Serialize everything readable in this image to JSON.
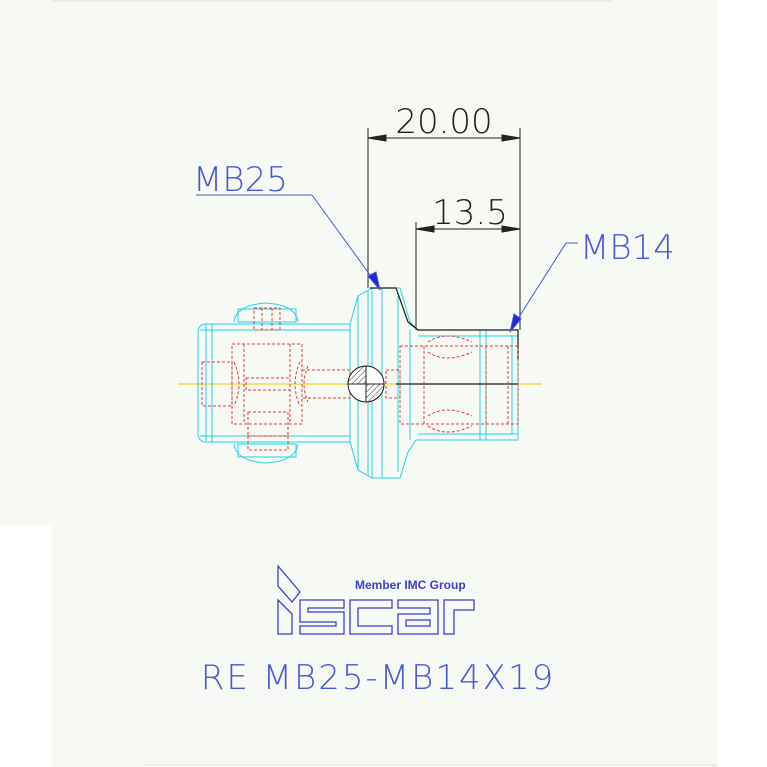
{
  "dimensions": {
    "overall_length": "20.00",
    "head_length": "13.5"
  },
  "labels": {
    "left_thread": "MB25",
    "right_thread": "MB14"
  },
  "logo": {
    "tagline": "Member IMC Group",
    "brand": "iscar"
  },
  "title": "RE MB25-MB14X19",
  "colors": {
    "background": "#ffffff",
    "sheet": "#f6f9f4",
    "outline": "#22d4e6",
    "hidden_lines": "#e53a3a",
    "dimension": "#222222",
    "leader": "#4a56d6",
    "centerline": "#f0d000",
    "logo": "#3a3fd0"
  }
}
